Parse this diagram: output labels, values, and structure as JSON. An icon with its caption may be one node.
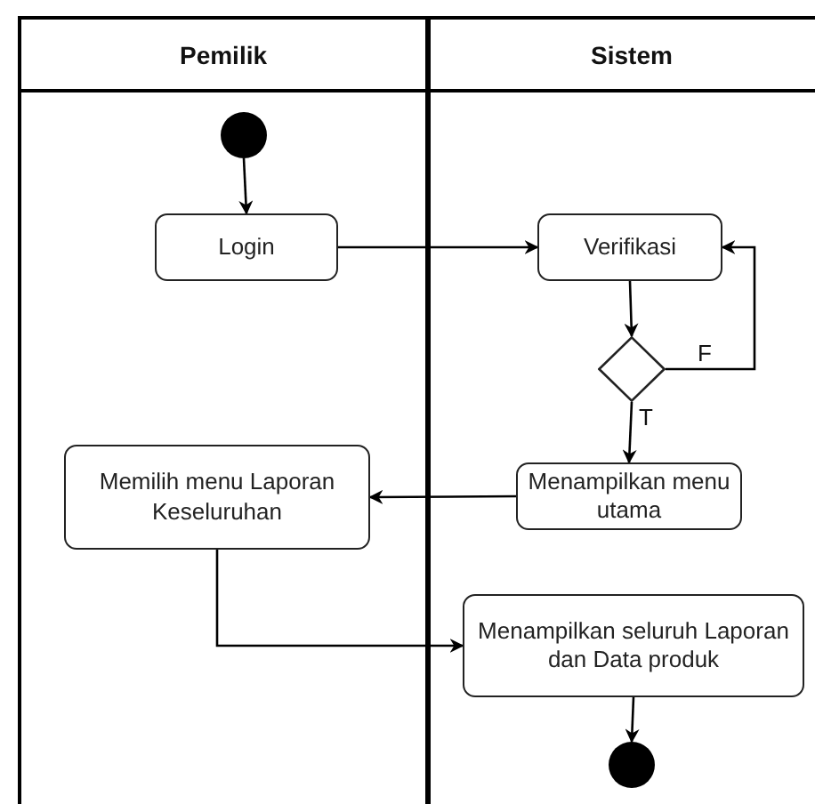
{
  "diagram": {
    "nodes": [
      {
        "text": [
          "Pemilik"
        ]
      },
      {
        "text": [
          "Sistem"
        ]
      },
      {
        "text": [],
        "shape": "circle",
        "in": 0
      },
      {
        "text": [
          "Login"
        ],
        "in": 0
      },
      {
        "text": [
          "Verifikasi"
        ],
        "in": 1
      },
      {
        "text": [],
        "shape": "diamond",
        "in": 1
      },
      {
        "text": [
          "Memilih menu Laporan Keseluruhan"
        ],
        "in": 0
      },
      {
        "text": [
          "Menampilkan menu utama"
        ],
        "in": 1
      },
      {
        "text": [
          "Menampilkan seluruh Laporan dan Data produk"
        ],
        "in": 1
      },
      {
        "text": [],
        "shape": "circle",
        "in": 1
      }
    ],
    "edges": [
      {
        "from": 2,
        "to": 3,
        "arrow": "to"
      },
      {
        "from": 3,
        "to": 4,
        "arrow": "to"
      },
      {
        "from": 4,
        "to": 5,
        "arrow": "to"
      },
      {
        "from": 5,
        "to": 4,
        "arrow": "to",
        "label": "F"
      },
      {
        "from": 5,
        "to": 7,
        "arrow": "to",
        "label": "T"
      },
      {
        "from": 7,
        "to": 6,
        "arrow": "to"
      },
      {
        "from": 6,
        "to": 8,
        "arrow": "to"
      },
      {
        "from": 8,
        "to": 9,
        "arrow": "to"
      }
    ]
  }
}
